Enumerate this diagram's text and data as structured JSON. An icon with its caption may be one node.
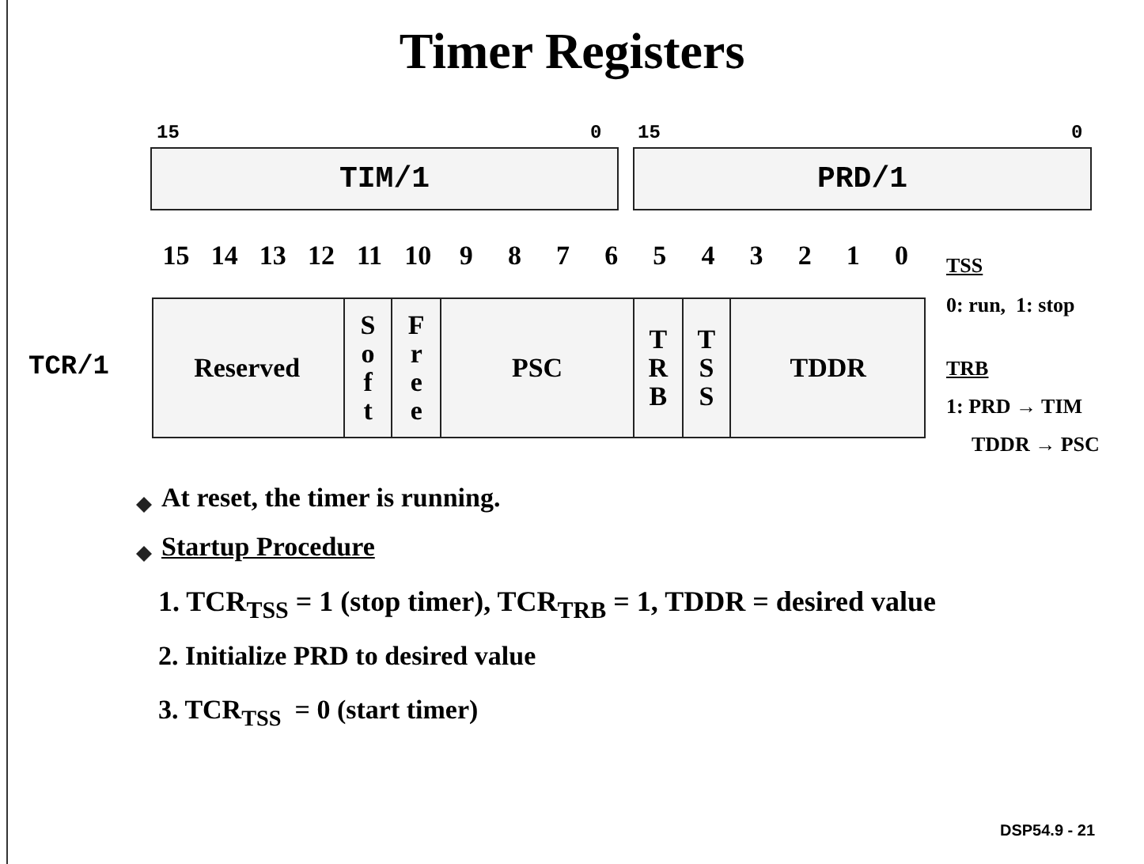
{
  "diagram": {
    "title": "Timer Registers",
    "nodes": [
      {
        "text": [
          "TIM/1"
        ]
      },
      {
        "text": [
          "PRD/1"
        ]
      },
      {
        "text": [
          "TCR/1"
        ]
      },
      {
        "text": [
          "Reserved"
        ],
        "in": 2
      },
      {
        "text": [
          "Soft"
        ],
        "in": 2
      },
      {
        "text": [
          "Free"
        ],
        "in": 2
      },
      {
        "text": [
          "PSC"
        ],
        "in": 2
      },
      {
        "text": [
          "TRB"
        ],
        "in": 2
      },
      {
        "text": [
          "TSS"
        ],
        "in": 2
      },
      {
        "text": [
          "TDDR"
        ],
        "in": 2
      }
    ],
    "edges": [],
    "labels": [
      "15",
      "0",
      "15",
      "0",
      "15",
      "14",
      "13",
      "12",
      "11",
      "10",
      "9",
      "8",
      "7",
      "6",
      "5",
      "4",
      "3",
      "2",
      "1",
      "0",
      "TSS",
      "0: run,  1: stop",
      "TRB",
      "1: PRD → TIM",
      "TDDR → PSC",
      "At reset, the timer is running.",
      "Startup Procedure",
      "1. TCR$_{TSS}$ = 1 (stop timer), TCR$_{TRB}$ = 1, TDDR = desired value",
      "2. Initialize PRD to desired value",
      "3. TCR$_{TSS}$  = 0 (start timer)",
      "DSP54.9 - 21"
    ]
  }
}
